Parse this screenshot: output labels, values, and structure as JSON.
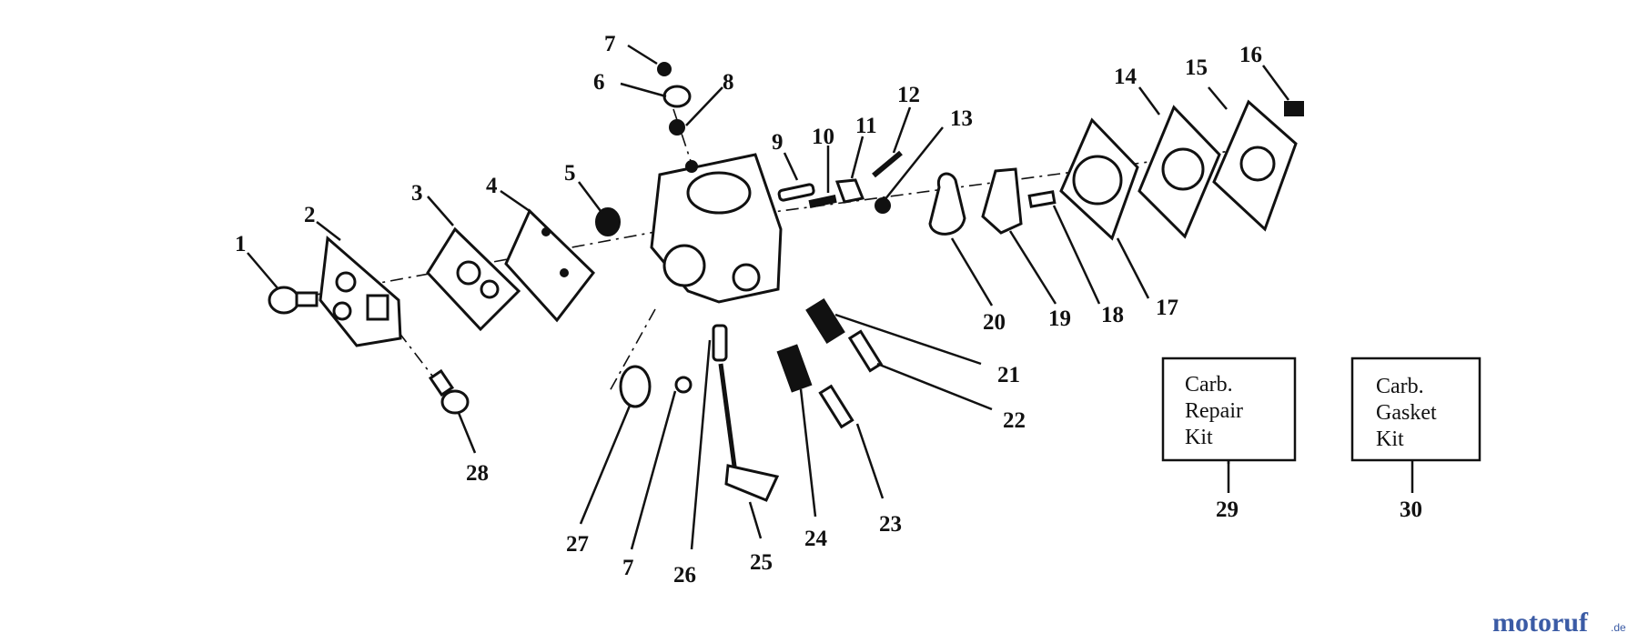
{
  "labels": {
    "p1": "1",
    "p2": "2",
    "p3": "3",
    "p4": "4",
    "p5": "5",
    "p6": "6",
    "p7a": "7",
    "p7b": "7",
    "p8": "8",
    "p9": "9",
    "p10": "10",
    "p11": "11",
    "p12": "12",
    "p13": "13",
    "p14": "14",
    "p15": "15",
    "p16": "16",
    "p17": "17",
    "p18": "18",
    "p19": "19",
    "p20": "20",
    "p21": "21",
    "p22": "22",
    "p23": "23",
    "p24": "24",
    "p25": "25",
    "p26": "26",
    "p27": "27",
    "p28": "28",
    "p29": "29",
    "p30": "30"
  },
  "kits": {
    "repair": {
      "line1": "Carb.",
      "line2": "Repair",
      "line3": "Kit",
      "number": "29"
    },
    "gasket": {
      "line1": "Carb.",
      "line2": "Gasket",
      "line3": "Kit",
      "number": "30"
    }
  },
  "watermark": {
    "name": "motoruf",
    "suffix": ".de",
    "colors": [
      "#3b5ba5",
      "#e0792a"
    ]
  }
}
